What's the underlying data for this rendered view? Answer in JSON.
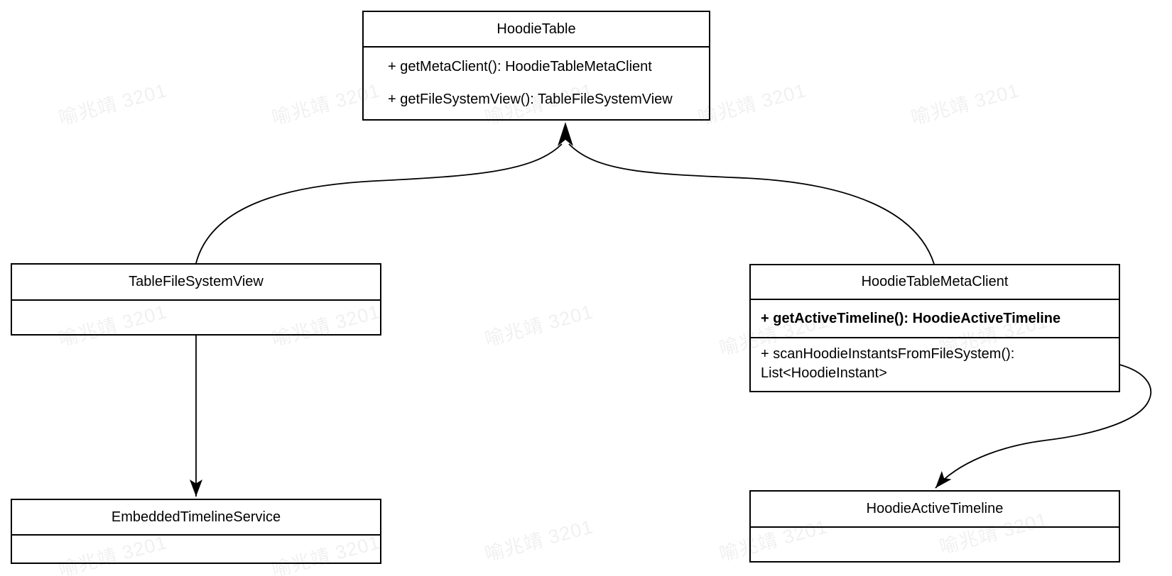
{
  "watermark": {
    "text": "喻兆靖 3201"
  },
  "classes": [
    {
      "name": "HoodieTable",
      "methods": [
        "+ getMetaClient(): HoodieTableMetaClient",
        "+ getFileSystemView(): TableFileSystemView"
      ]
    },
    {
      "name": "TableFileSystemView",
      "methods": []
    },
    {
      "name": "HoodieTableMetaClient",
      "methods": [
        "+ getActiveTimeline(): HoodieActiveTimeline",
        "+ scanHoodieInstantsFromFileSystem(): List<HoodieInstant>"
      ]
    },
    {
      "name": "EmbeddedTimelineService",
      "methods": []
    },
    {
      "name": "HoodieActiveTimeline",
      "methods": []
    }
  ],
  "relationships": [
    {
      "from": "TableFileSystemView",
      "to": "HoodieTable",
      "type": "arrow-to-parent"
    },
    {
      "from": "HoodieTableMetaClient",
      "to": "HoodieTable",
      "type": "arrow-to-parent"
    },
    {
      "from": "TableFileSystemView",
      "to": "EmbeddedTimelineService",
      "type": "arrow"
    },
    {
      "from": "HoodieTableMetaClient",
      "to": "HoodieActiveTimeline",
      "type": "arrow"
    }
  ]
}
